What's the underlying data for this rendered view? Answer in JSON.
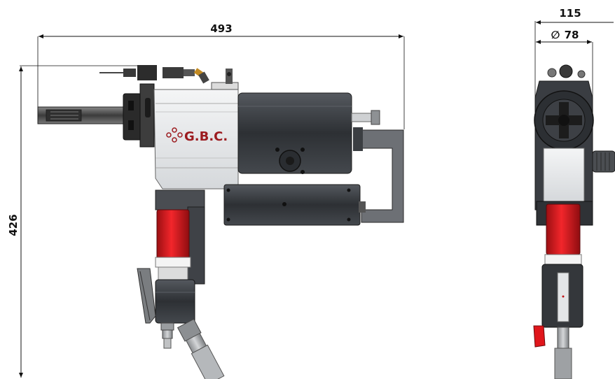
{
  "dimensions": {
    "overall_length": "493",
    "overall_height": "426",
    "side_width": "115",
    "diameter": "78",
    "diameter_symbol": "∅"
  },
  "brand": {
    "logo_text": "G.B.C."
  },
  "colors": {
    "body_silver": "#e6e8ea",
    "dark_housing": "#3a3d42",
    "motor_red": "#e0161b",
    "brand_red": "#9c1b1f"
  }
}
